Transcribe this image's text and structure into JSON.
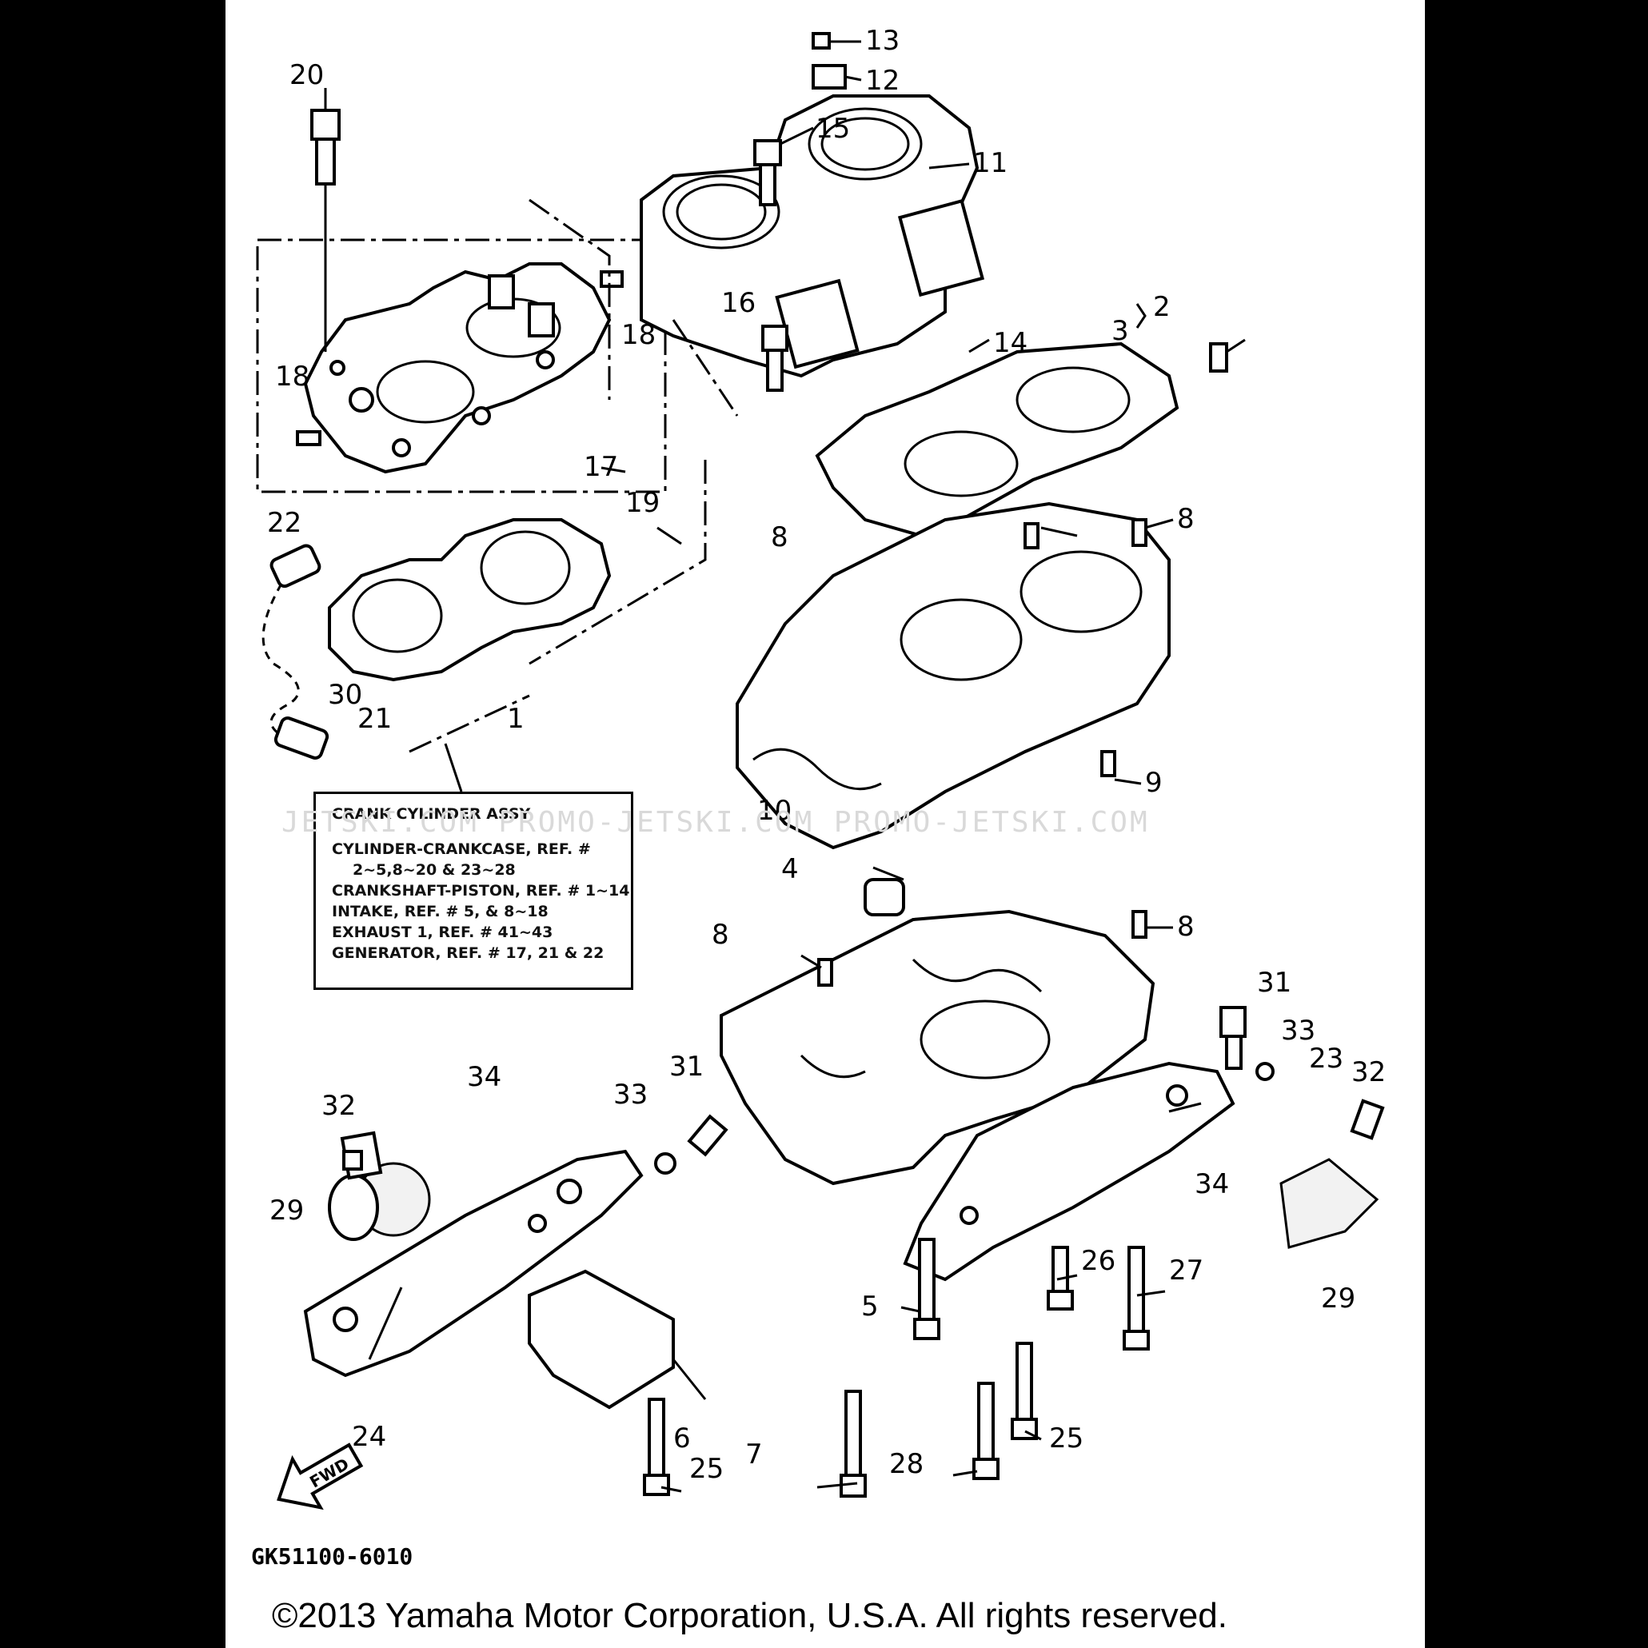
{
  "callouts": [
    "20",
    "13",
    "12",
    "15",
    "11",
    "18",
    "16",
    "2",
    "3",
    "14",
    "18",
    "17",
    "22",
    "19",
    "8",
    "8",
    "30",
    "21",
    "1",
    "9",
    "10",
    "4",
    "8",
    "8",
    "31",
    "34",
    "33",
    "32",
    "33",
    "31",
    "23",
    "32",
    "29",
    "34",
    "29",
    "5",
    "26",
    "27",
    "24",
    "6",
    "7",
    "28",
    "25",
    "25"
  ],
  "note": {
    "title": "CRANK CYLINDER ASSY",
    "lines": [
      "CYLINDER-CRANKCASE, REF. #",
      "2~5,8~20 & 23~28",
      "CRANKSHAFT-PISTON, REF. # 1~14",
      "INTAKE, REF. # 5, & 8~18",
      "EXHAUST 1, REF. # 41~43",
      "GENERATOR, REF. # 17, 21 & 22"
    ]
  },
  "watermark": "JETSKI.COM  PROMO-JETSKI.COM  PROMO-JETSKI.COM",
  "fwd_label": "FWD",
  "diagram_code": "GK51100-6010",
  "copyright": "©2013 Yamaha Motor Corporation, U.S.A. All rights reserved."
}
